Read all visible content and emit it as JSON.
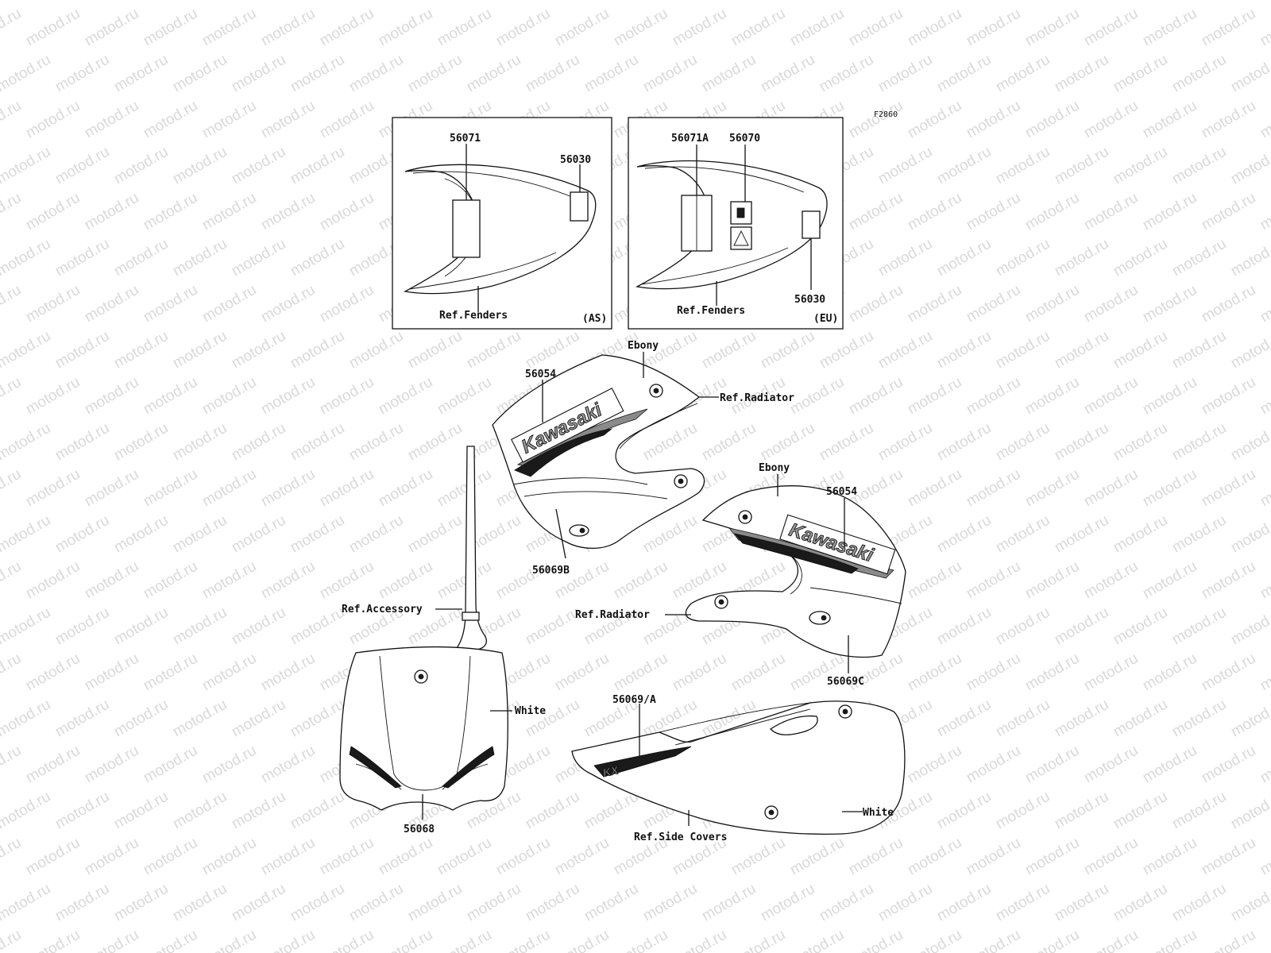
{
  "watermark": "motod.ru",
  "figure_code": "F2860",
  "inset_as": {
    "part_a": "56071",
    "part_b": "56030",
    "ref": "Ref.Fenders",
    "region": "(AS)"
  },
  "inset_eu": {
    "part_a": "56071A",
    "part_b": "56070",
    "part_c": "56030",
    "ref": "Ref.Fenders",
    "region": "(EU)"
  },
  "shroud_left": {
    "color_label": "Ebony",
    "decal": "56054",
    "ref": "Ref.Radiator",
    "part": "56069B",
    "logo_text": "Kawasaki"
  },
  "shroud_right": {
    "color_label": "Ebony",
    "decal": "56054",
    "ref": "Ref.Radiator",
    "part": "56069C",
    "logo_text": "Kawasaki"
  },
  "number_plate": {
    "ref": "Ref.Accessory",
    "color_label": "White",
    "part": "56068"
  },
  "side_cover": {
    "part": "56069/A",
    "color_label": "White",
    "ref": "Ref.Side Covers",
    "logo_text": "KX"
  }
}
